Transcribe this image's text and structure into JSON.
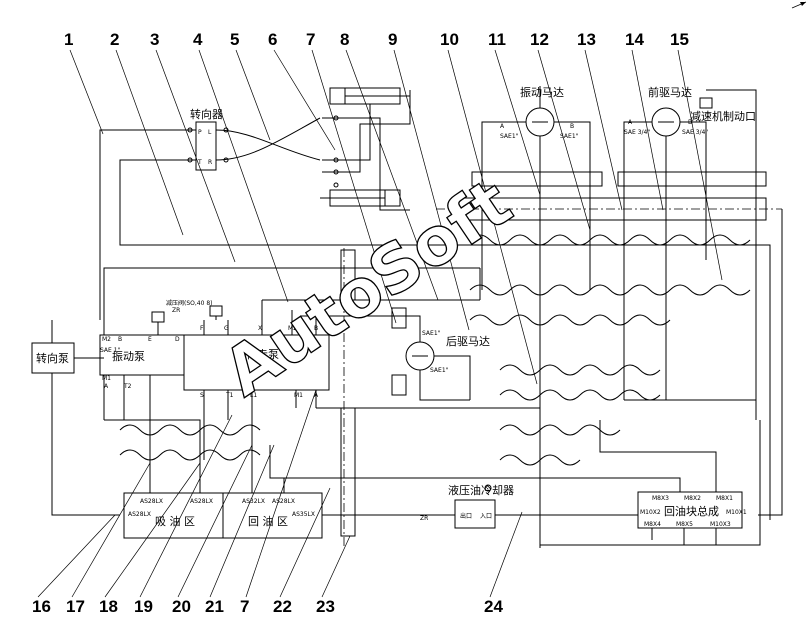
{
  "callouts_top": [
    "1",
    "2",
    "3",
    "4",
    "5",
    "6",
    "7",
    "8",
    "9",
    "10",
    "11",
    "12",
    "13",
    "14",
    "15"
  ],
  "callouts_bottom": [
    "16",
    "17",
    "18",
    "19",
    "20",
    "21",
    "7",
    "22",
    "23",
    "24"
  ],
  "components": {
    "steering_gear": "转向器",
    "vibration_motor": "振动马达",
    "front_drive_motor": "前驱马达",
    "reducer_brake_port": "减速机制动口",
    "rear_drive_motor": "后驱马达",
    "steering_pump": "转向泵",
    "vibration_pump": "振动泵",
    "travel_pump": "行走泵",
    "suction_zone": "吸 油 区",
    "return_zone": "回 油 区",
    "oil_cooler": "液压油冷却器",
    "return_block": "回油块总成"
  },
  "port_labels": {
    "steer_p": "P",
    "steer_l": "L",
    "steer_t": "T",
    "steer_r": "R",
    "vib_a": "A",
    "vib_b": "B",
    "vib_b2": "B",
    "sae1_left": "SAE1\"",
    "sae1_right": "SAE1\"",
    "front_a": "A",
    "front_b": "B",
    "sae34_left": "SAE 3/4\"",
    "sae34_right": "SAE 3/4\"",
    "rear_sae1_a": "SAE1\"",
    "rear_sae1_b": "SAE1\"",
    "pump_m2": "M2",
    "pump_b": "B",
    "pump_sae1": "SAE 1\"",
    "pump_m1": "M1",
    "pump_a": "A",
    "pump_t2": "T2",
    "pump_e": "E",
    "pump_d": "D",
    "pump_f": "F",
    "pump_g": "G",
    "pump_x": "X",
    "pump_t1": "T1",
    "pump_s": "S",
    "pump_l1": "L1",
    "valve_tag": "减压阀(SO,40 8)",
    "valve_tag2": "ZR",
    "tank_as28lx_1": "AS28LX",
    "tank_as28lx_2": "AS28LX",
    "tank_as28lx_3": "AS28LX",
    "tank_as32lx": "AS32LX",
    "tank_as28lx_4": "AS28LX",
    "tank_as35lx": "AS35LX",
    "cooler_in": "出口",
    "cooler_out": "入口",
    "cooler_tag": "ZR",
    "block_m8x3": "M8X3",
    "block_m8x2": "M8X2",
    "block_m8x1": "M8X1",
    "block_m10x2": "M10X2",
    "block_m10x1": "M10X1",
    "block_m8x4": "M8X4",
    "block_m8x5": "M8X5",
    "block_m10x3": "M10X3"
  },
  "watermark": "AutoSoft"
}
